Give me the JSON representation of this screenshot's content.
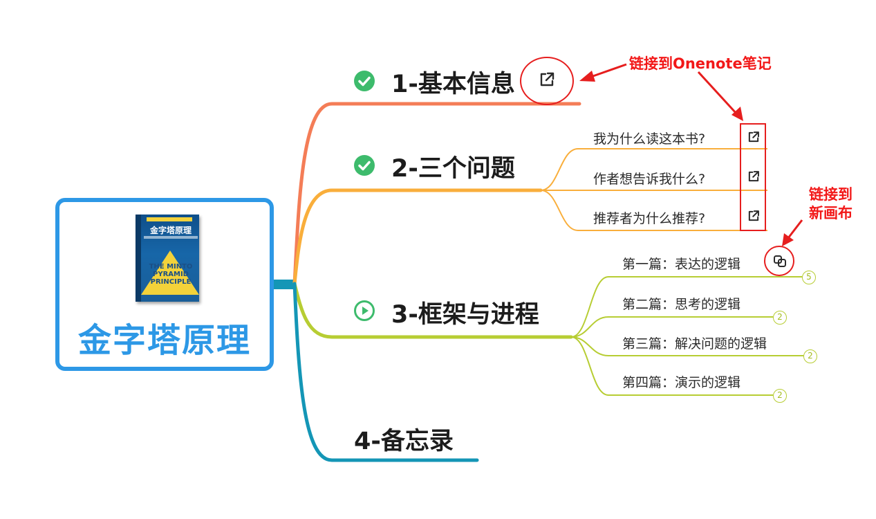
{
  "root": {
    "title": "金字塔原理",
    "book": {
      "title": "金字塔原理",
      "english": "THE MINTO PYRAMID PRINCIPLE"
    }
  },
  "topics": [
    {
      "label": "1-基本信息",
      "marker": "check-circle-icon",
      "link_icon": "external-link-icon"
    },
    {
      "label": "2-三个问题",
      "marker": "check-circle-icon",
      "subtopics": [
        {
          "label": "我为什么读这本书?",
          "link_icon": "external-link-icon"
        },
        {
          "label": "作者想告诉我什么?",
          "link_icon": "external-link-icon"
        },
        {
          "label": "推荐者为什么推荐?",
          "link_icon": "external-link-icon"
        }
      ]
    },
    {
      "label": "3-框架与进程",
      "marker": "play-circle-icon",
      "subtopics": [
        {
          "label": "第一篇：表达的逻辑",
          "count": "5",
          "link_icon": "canvas-link-icon"
        },
        {
          "label": "第二篇：思考的逻辑",
          "count": "2"
        },
        {
          "label": "第三篇：解决问题的逻辑",
          "count": "2"
        },
        {
          "label": "第四篇：演示的逻辑",
          "count": "2"
        }
      ]
    },
    {
      "label": "4-备忘录"
    }
  ],
  "annotations": {
    "onenote": "链接到Onenote笔记",
    "canvas_line1": "链接到",
    "canvas_line2": "新画布"
  },
  "colors": {
    "root": "#2d98e6",
    "branch1": "#f47d57",
    "branch2": "#f9ae3b",
    "branch3": "#b7cd33",
    "branch4": "#1496b6",
    "marker": "#3dbb6c",
    "annotation": "#f21818"
  }
}
